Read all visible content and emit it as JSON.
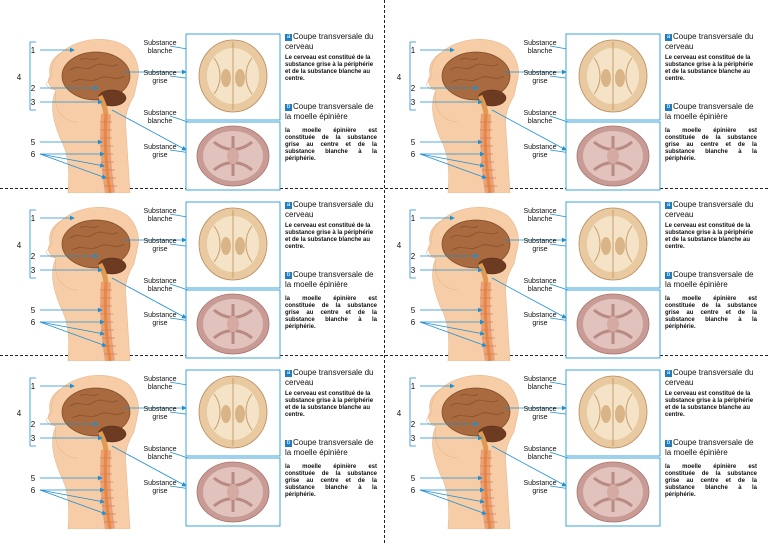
{
  "labels": {
    "numbers": [
      "1",
      "2",
      "3",
      "4",
      "5",
      "6"
    ],
    "substance_blanche": "Substance blanche",
    "substance_grise": "Substance grise"
  },
  "panel_a": {
    "badge": "a",
    "title": "Coupe transversale du cerveau",
    "body": "Le cerveau est constitué de la substance grise à la périphérie et de la substance blanche au centre."
  },
  "panel_b": {
    "badge": "b",
    "title": "Coupe transversale de la moelle épinière",
    "body": "la moelle épinière est constituée de la substance grise au centre et de la substance blanche à la périphérie."
  },
  "colors": {
    "arrow": "#1f8fd0",
    "frame": "#2a9ad6",
    "skin": "#f6cda6",
    "brain": "#a86a3e",
    "cord": "#e9873a",
    "brain_slice": "#e9c9a0",
    "cord_slice": "#c99b95"
  }
}
